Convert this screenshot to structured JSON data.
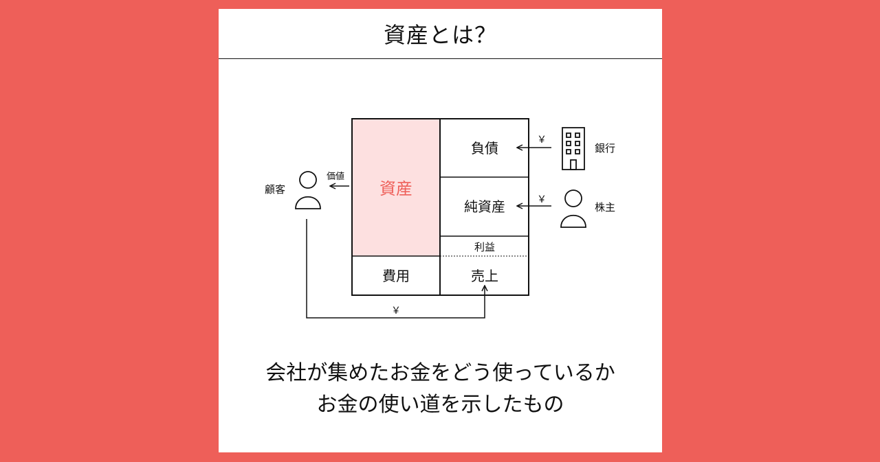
{
  "title": "資産とは？",
  "diagram": {
    "boxes": {
      "asset": "資産",
      "expense": "費用",
      "liability": "負債",
      "equity": "純資産",
      "profit": "利益",
      "sales": "売上"
    },
    "actors": {
      "customer": "顧客",
      "bank": "銀行",
      "shareholder": "株主"
    },
    "arrow_labels": {
      "value": "価値",
      "yen_bank": "￥",
      "yen_shareholder": "￥",
      "yen_customer": "￥"
    },
    "colors": {
      "asset_fill": "#fde0e0",
      "asset_text": "#ee5f59",
      "background": "#ee5f59"
    }
  },
  "caption": {
    "line1": "会社が集めたお金をどう使っているか",
    "line2": "お金の使い道を示したもの"
  }
}
